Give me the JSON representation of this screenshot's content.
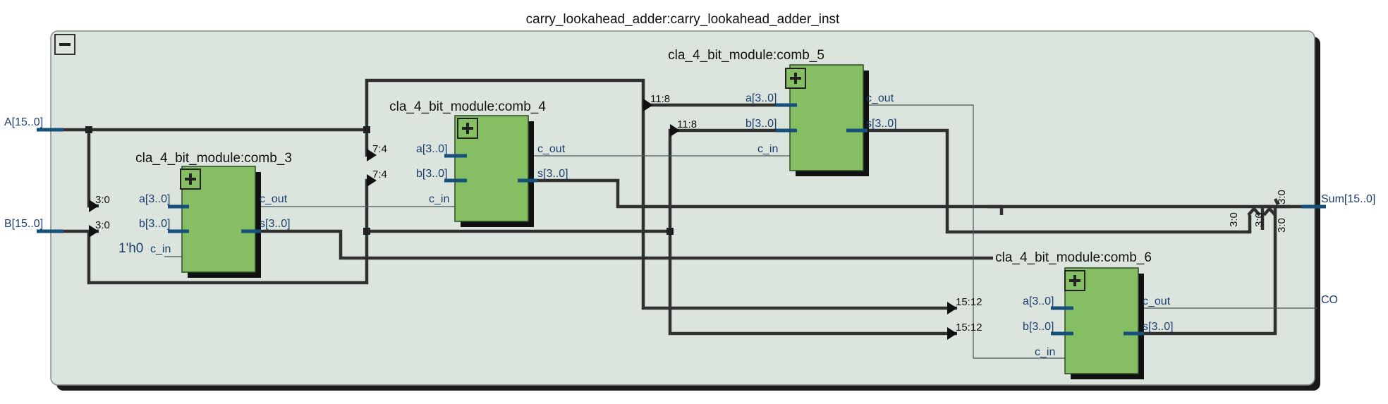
{
  "diagram": {
    "top_title": "carry_lookahead_adder:carry_lookahead_adder_inst",
    "collapse_symbol": "minus-icon",
    "ports": {
      "a_in": "A[15..0]",
      "b_in": "B[15..0]",
      "sum_out": "Sum[15..0]",
      "co_out": "CO"
    },
    "constant_value": "1'h0",
    "expand_symbol": "plus-icon",
    "modules": [
      {
        "name": "cla_4_bit_module:comb_3",
        "a_pin": "a[3..0]",
        "b_pin": "b[3..0]",
        "cin_pin": "c_in",
        "cout_pin": "c_out",
        "s_pin": "s[3..0]",
        "a_slice": "3:0",
        "b_slice": "3:0"
      },
      {
        "name": "cla_4_bit_module:comb_4",
        "a_pin": "a[3..0]",
        "b_pin": "b[3..0]",
        "cin_pin": "c_in",
        "cout_pin": "c_out",
        "s_pin": "s[3..0]",
        "a_slice": "7:4",
        "b_slice": "7:4"
      },
      {
        "name": "cla_4_bit_module:comb_5",
        "a_pin": "a[3..0]",
        "b_pin": "b[3..0]",
        "cin_pin": "c_in",
        "cout_pin": "c_out",
        "s_pin": "s[3..0]",
        "a_slice": "11:8",
        "b_slice": "11:8"
      },
      {
        "name": "cla_4_bit_module:comb_6",
        "a_pin": "a[3..0]",
        "b_pin": "b[3..0]",
        "cin_pin": "c_in",
        "cout_pin": "c_out",
        "s_pin": "s[3..0]",
        "a_slice": "15:12",
        "b_slice": "15:12"
      }
    ],
    "sum_slices": [
      "3:0",
      "3:0",
      "3:0",
      "3:0"
    ],
    "colors": {
      "canvas": "#dce5dd",
      "module_fill": "#86bf63",
      "wire": "#303030",
      "pin_stub": "#17507a",
      "label_blue": "#1c3d6e"
    }
  }
}
